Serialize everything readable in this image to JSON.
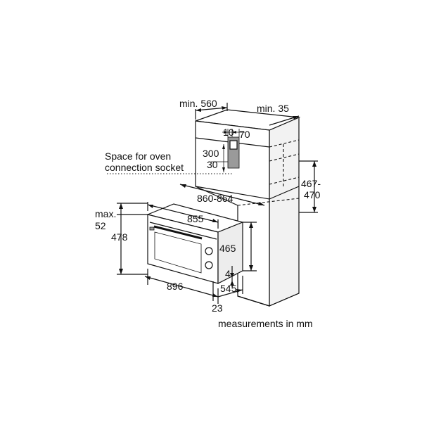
{
  "labels": {
    "min_560": "min. 560",
    "min_35": "min. 35",
    "d10": "10",
    "d70": "70",
    "d300": "300",
    "d30": "30",
    "socket_line1": "Space for oven",
    "socket_line2": "connection socket",
    "d467_line1": "467-",
    "d467_line2": "470",
    "d860": "860-864",
    "max_line1": "max.",
    "max_line2": "52",
    "d855": "855",
    "d478": "478",
    "d465": "465",
    "d4": "4",
    "d896": "896",
    "d545": "545",
    "d23": "23",
    "units_note": "measurements in mm"
  },
  "colors": {
    "line": "#111111",
    "side_fill": "#f2f2f2",
    "oven_side_fill": "#ededed",
    "shade": "#9a9a9a",
    "background": "#ffffff"
  }
}
